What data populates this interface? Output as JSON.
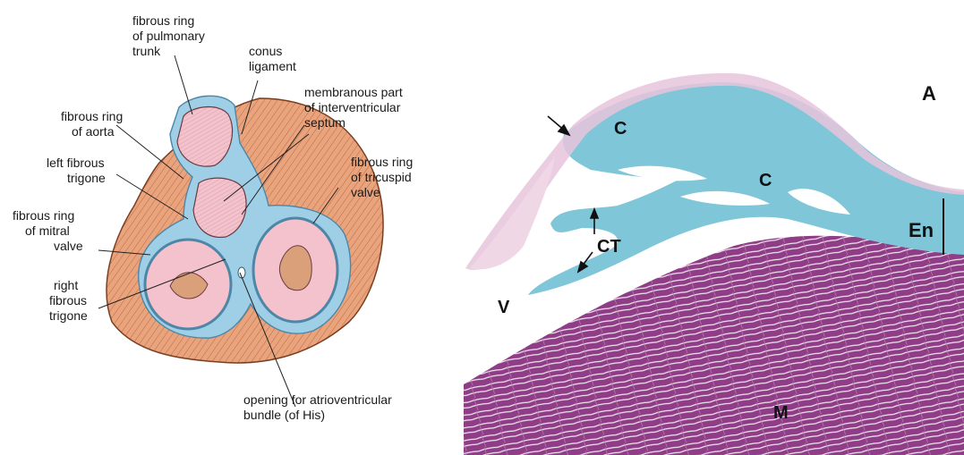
{
  "colors": {
    "muscle": "#e9a47e",
    "muscle_stroke": "#8a4a2a",
    "fibrous": "#9ecfe6",
    "valve": "#f3c2cc",
    "histo_bg": "#ffffff",
    "cartilage": "#7fc6d8",
    "myocardium": "#8e3d86",
    "endocardium_pink": "#e8c4dd"
  },
  "left_diagram": {
    "labels": [
      {
        "id": "pulmonary",
        "lines": [
          "fibrous ring",
          "of pulmonary",
          "trunk"
        ]
      },
      {
        "id": "conus",
        "lines": [
          "conus",
          "ligament"
        ]
      },
      {
        "id": "membranous",
        "lines": [
          "membranous part",
          "of interventricular",
          "septum"
        ]
      },
      {
        "id": "aorta",
        "lines": [
          "fibrous ring",
          "of aorta"
        ]
      },
      {
        "id": "left_trigone",
        "lines": [
          "left fibrous",
          "trigone"
        ]
      },
      {
        "id": "tricuspid",
        "lines": [
          "fibrous ring",
          "of tricuspid",
          "valve"
        ]
      },
      {
        "id": "mitral",
        "lines": [
          "fibrous ring",
          "of mitral",
          "valve"
        ]
      },
      {
        "id": "right_trigone",
        "lines": [
          "right",
          "fibrous",
          "trigone"
        ]
      },
      {
        "id": "his",
        "lines": [
          "opening for atrioventricular",
          "bundle (of His)"
        ]
      }
    ]
  },
  "right_histology": {
    "labels": {
      "A": "A",
      "C1": "C",
      "C2": "C",
      "CT": "CT",
      "En": "En",
      "V": "V",
      "M": "M"
    }
  }
}
